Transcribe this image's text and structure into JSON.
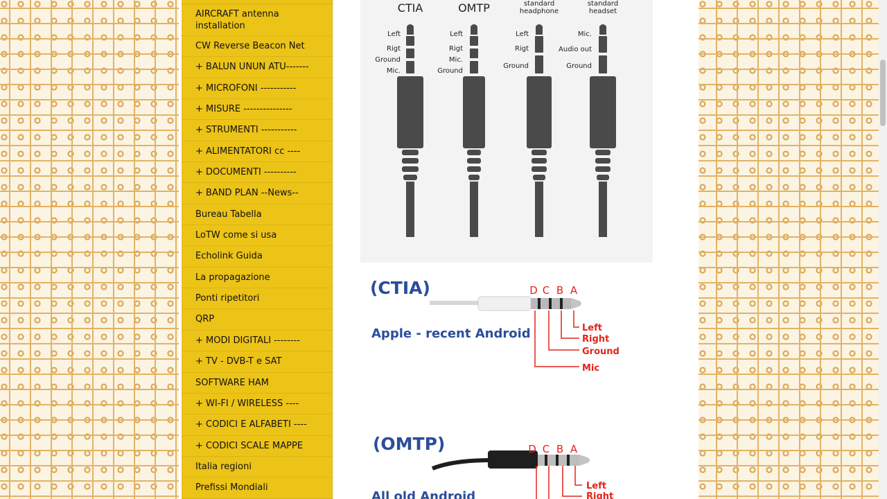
{
  "sidebar": {
    "menu_items": [
      "AIRCRAFT antenna installation",
      "CW Reverse Beacon Net",
      "+ BALUN UNUN ATU-------",
      "+ MICROFONI -----------",
      "+ MISURE ---------------",
      "+ STRUMENTI -----------",
      "+ ALIMENTATORI cc ----",
      "+ DOCUMENTI ----------",
      "+ BAND PLAN --News--",
      "Bureau Tabella",
      "LoTW come si usa",
      "Echolink Guida",
      "La propagazione",
      "Ponti ripetitori",
      "QRP",
      "+ MODI DIGITALI --------",
      "+ TV - DVB-T e SAT",
      "SOFTWARE HAM",
      "+ WI-FI / WIRELESS ----",
      "+ CODICI E ALFABETI ----",
      "+ CODICI SCALE MAPPE",
      "Italia regioni",
      "Prefissi Mondiali"
    ]
  },
  "figure1": {
    "jacks": [
      {
        "title": "CTIA",
        "labels": [
          "Left",
          "Rigt",
          "Ground",
          "Mic."
        ]
      },
      {
        "title": "OMTP",
        "labels": [
          "Left",
          "Rigt",
          "Mic.",
          "Ground"
        ]
      },
      {
        "title": "standard headphone",
        "title_lines": [
          "standard",
          "headphone"
        ],
        "labels": [
          "Left",
          "Rigt",
          "Ground"
        ]
      },
      {
        "title": "standard headset",
        "title_lines": [
          "standard",
          "headset"
        ],
        "labels": [
          "Mic.",
          "Audio out",
          "Ground"
        ]
      }
    ]
  },
  "figure2": {
    "heading": "(CTIA)",
    "subtitle": "Apple - recent Android",
    "contacts": [
      "D",
      "C",
      "B",
      "A"
    ],
    "pins": [
      "Left",
      "Right",
      "Ground",
      "Mic"
    ],
    "colors": {
      "heading": "#2b4d9b",
      "pins": "#e2231a"
    }
  },
  "figure3": {
    "heading": "(OMTP)",
    "subtitle": "All old Android",
    "contacts": [
      "D",
      "C",
      "B",
      "A"
    ],
    "pins": [
      "Left",
      "Right"
    ]
  }
}
